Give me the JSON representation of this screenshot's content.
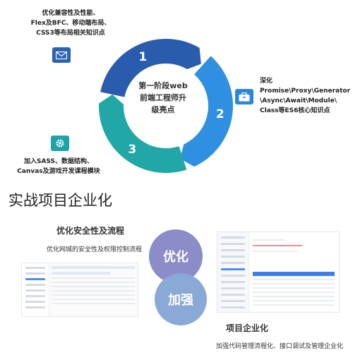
{
  "cycle": {
    "center_text": [
      "第一阶段web",
      "前端工程师升",
      "级亮点"
    ],
    "steps": [
      {
        "number": "1",
        "color": "#2a5cae"
      },
      {
        "number": "2",
        "color": "#2f8fe0"
      },
      {
        "number": "3",
        "color": "#20a7a6"
      }
    ]
  },
  "notes": {
    "note1": [
      "优化兼容性及性能、",
      "Flex及BFC、移动端布局、",
      "CSS3等布局相关知识点"
    ],
    "note2": [
      "深化",
      "Promise\\Proxy\\Generator",
      "\\Async\\Await\\Module\\",
      "Class等ES6核心知识点"
    ],
    "note3": [
      "加入SASS、数据结构、",
      "Canvas及游戏开发课程模块"
    ]
  },
  "icons": {
    "mail": "mail-icon",
    "bag": "briefcase-icon",
    "gear": "gear-icon"
  },
  "section": {
    "title": "实战项目企业化",
    "block1_title": "优化安全性及流程",
    "block1_desc": "优化网城的安全性及权限控制流程",
    "circle_top": "优化",
    "circle_bottom": "加强",
    "block2_title": "项目企业化",
    "block2_desc": "加强代码管理流程化、接口调试及管理企业化"
  }
}
